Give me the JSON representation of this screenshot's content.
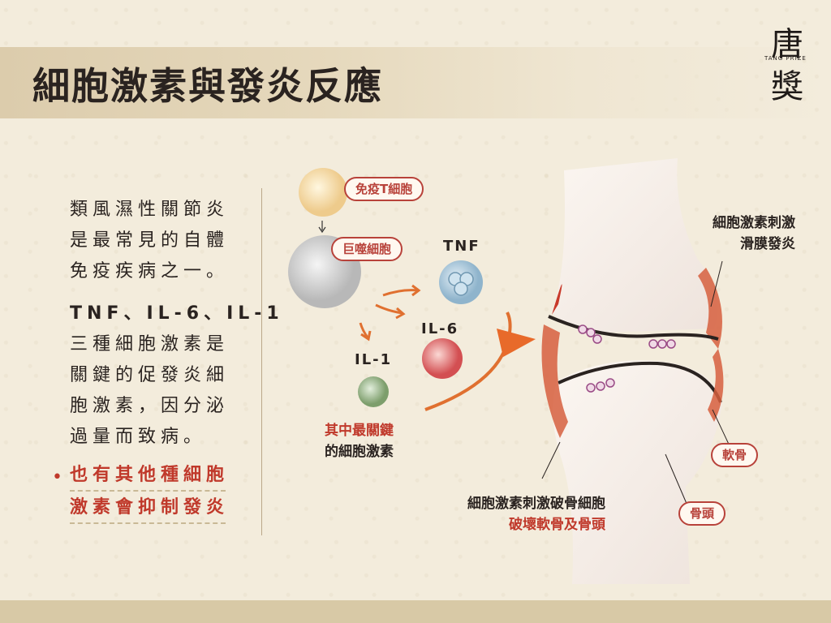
{
  "title": "細胞激素與發炎反應",
  "logo": {
    "char1": "唐",
    "char2": "獎",
    "english": "TANG PRIZE"
  },
  "left": {
    "para1": [
      "類風濕性關節炎",
      "是最常見的自體",
      "免疫疾病之一。"
    ],
    "para2": [
      "TNF、IL-6、IL-1",
      "三種細胞激素是",
      "關鍵的促發炎細",
      "胞激素，因分泌",
      "過量而致病。"
    ],
    "bullet": [
      "也有其他種細胞",
      "激素會抑制發炎"
    ]
  },
  "diagram": {
    "t_cell_label": "免疫T細胞",
    "macrophage_label": "巨噬細胞",
    "tnf_label": "TNF",
    "il6_label": "IL-6",
    "il1_label": "IL-1",
    "key_line1": "其中最關鍵",
    "key_line2": "的細胞激素",
    "synovium_line1": "細胞激素刺激",
    "synovium_line2": "滑膜發炎",
    "osteo_line1": "細胞激素刺激破骨細胞",
    "osteo_line2": "破壞軟骨及骨頭",
    "cartilage_label": "軟骨",
    "bone_label": "骨頭"
  },
  "colors": {
    "accent_red": "#c0392b",
    "background": "#f3ecdc",
    "tnf_cell": "#9fbfd4",
    "il6_cell": "#d9575a",
    "il1_cell": "#8aa878",
    "t_cell": "#f2d49a",
    "macrophage": "#c9c9c9"
  }
}
